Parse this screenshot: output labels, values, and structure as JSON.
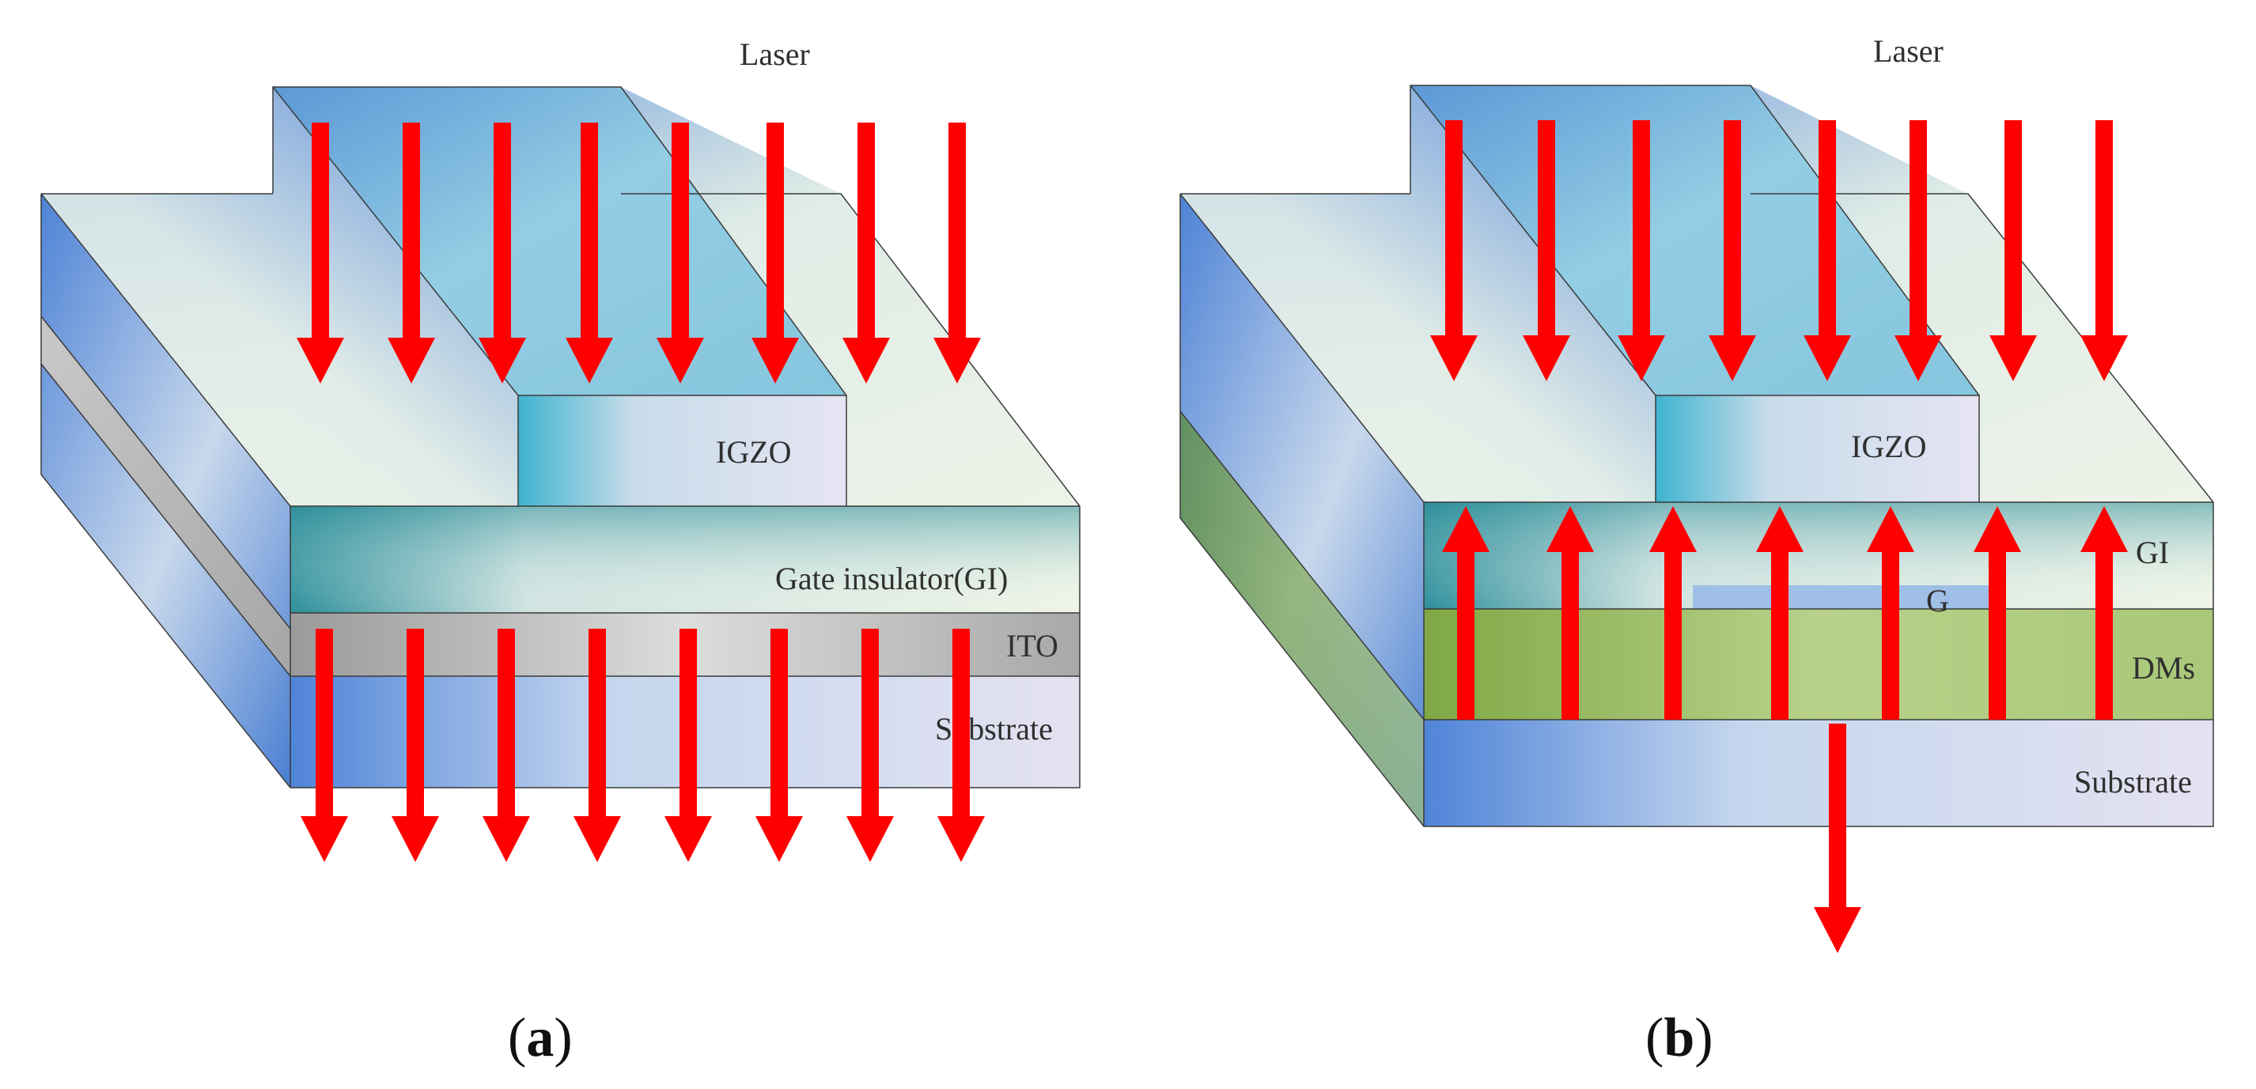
{
  "panel_a": {
    "laser_label": "Laser",
    "layers": {
      "igzo": "IGZO",
      "gate_insulator": "Gate insulator(GI)",
      "ito": "ITO",
      "substrate": "Substrate"
    },
    "caption": {
      "open": "(",
      "letter": "a",
      "close": ")"
    }
  },
  "panel_b": {
    "laser_label": "Laser",
    "layers": {
      "igzo": "IGZO",
      "gi": "GI",
      "g": "G",
      "dms": "DMs",
      "substrate": "Substrate"
    },
    "caption": {
      "open": "(",
      "letter": "b",
      "close": ")"
    }
  },
  "colors": {
    "arrow": "#ff0000",
    "igzo": "#8ccbe0",
    "glass_blue": "#4f84d8",
    "glass_light": "#e6f0ea",
    "ito": "#b4b4b4",
    "dms": "#9cbf62",
    "substrate": "#d8e2f2"
  }
}
